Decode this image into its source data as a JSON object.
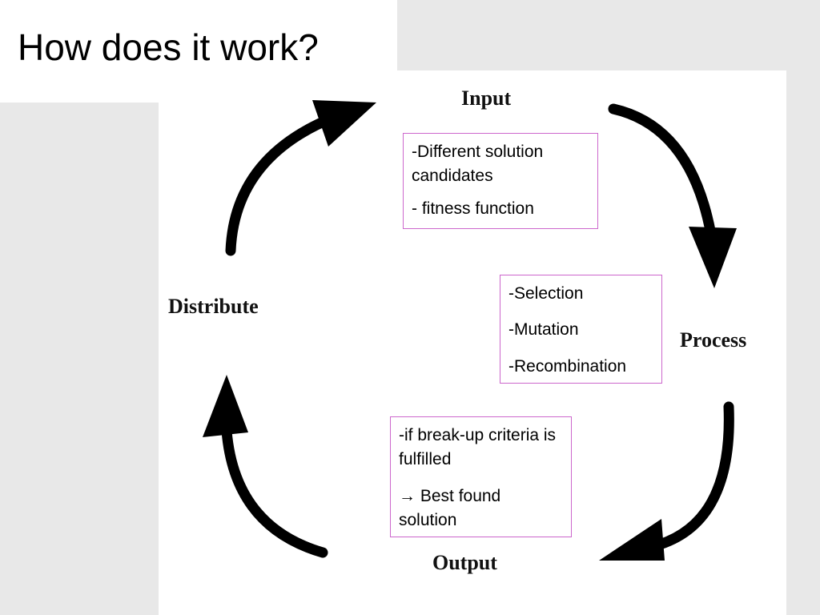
{
  "slide": {
    "title": "How does it work?"
  },
  "diagram": {
    "stages": {
      "input": "Input",
      "process": "Process",
      "output": "Output",
      "distribute": "Distribute"
    },
    "notes": {
      "input": [
        "-Different solution candidates",
        "- fitness function"
      ],
      "process": [
        "-Selection",
        "-Mutation",
        "-Recombination"
      ],
      "output": [
        "-if break-up criteria is fulfilled",
        "→ Best found solution"
      ]
    },
    "colors": {
      "arrow": "#000000",
      "box_border": "#cc66cc"
    }
  }
}
